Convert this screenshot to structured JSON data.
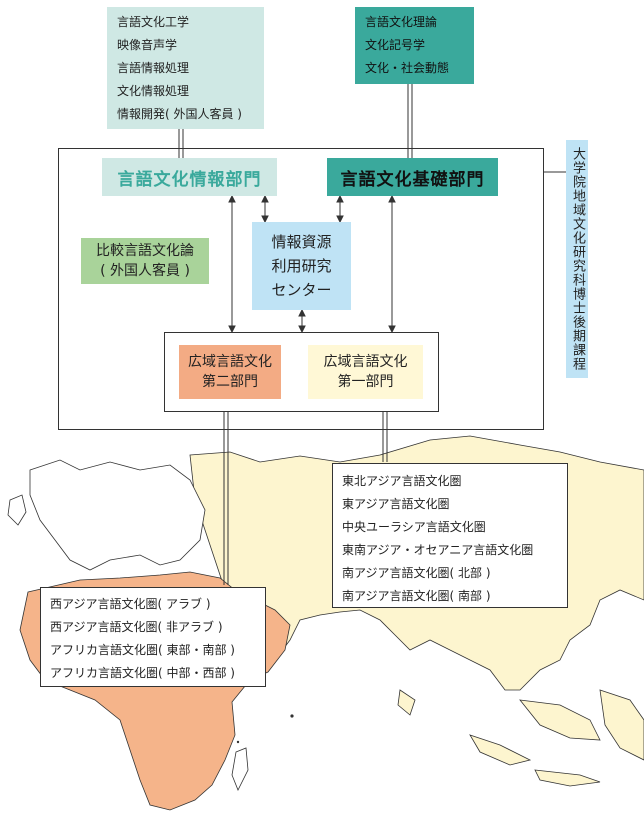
{
  "top_left_box": {
    "items": [
      "言語文化工学",
      "映像音声学",
      "言語情報処理",
      "文化情報処理",
      "情報開発( 外国人客員 )"
    ]
  },
  "top_right_box": {
    "items": [
      "言語文化理論",
      "文化記号学",
      "文化・社会動態"
    ]
  },
  "dept_info": "言語文化情報部門",
  "dept_basic": "言語文化基礎部門",
  "comparative": {
    "line1": "比較言語文化論",
    "line2": "( 外国人客員 )"
  },
  "center": {
    "line1": "情報資源",
    "line2": "利用研究",
    "line3": "センター"
  },
  "regional2": {
    "line1": "広域言語文化",
    "line2": "第二部門"
  },
  "regional1": {
    "line1": "広域言語文化",
    "line2": "第一部門"
  },
  "side_label": "大学院地域文化研究科博士後期課程",
  "asia_box": {
    "items": [
      "東北アジア言語文化圏",
      "東アジア言語文化圏",
      "中央ユーラシア言語文化圏",
      "東南アジア・オセアニア言語文化圏",
      "南アジア言語文化圏( 北部 )",
      "南アジア言語文化圏( 南部 )"
    ]
  },
  "africa_box": {
    "items": [
      "西アジア言語文化圏( アラブ )",
      "西アジア言語文化圏( 非アラブ )",
      "アフリカ言語文化圏( 東部・南部 )",
      "アフリカ言語文化圏( 中部・西部 )"
    ]
  },
  "colors": {
    "light_teal": "#cfe8e4",
    "dark_teal": "#3aa99c",
    "light_blue": "#bfe3f5",
    "green": "#a9d39a",
    "salmon": "#f3ab84",
    "cream": "#fff8d6",
    "asia_land": "#fdf5cf",
    "africa_land": "#f5b48a"
  }
}
